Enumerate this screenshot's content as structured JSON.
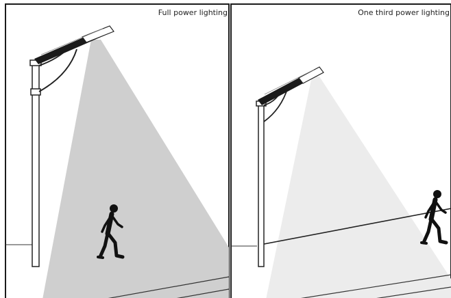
{
  "panels": [
    {
      "caption": "Full power lighting",
      "mode": "full"
    },
    {
      "caption": "One third power lighting",
      "mode": "one-third"
    }
  ],
  "colors": {
    "frame": "#1a1a1a",
    "full_beam": "#cfcfcf",
    "third_beam": "#ececec",
    "pole": "#ffffff",
    "figure": "#111111"
  }
}
